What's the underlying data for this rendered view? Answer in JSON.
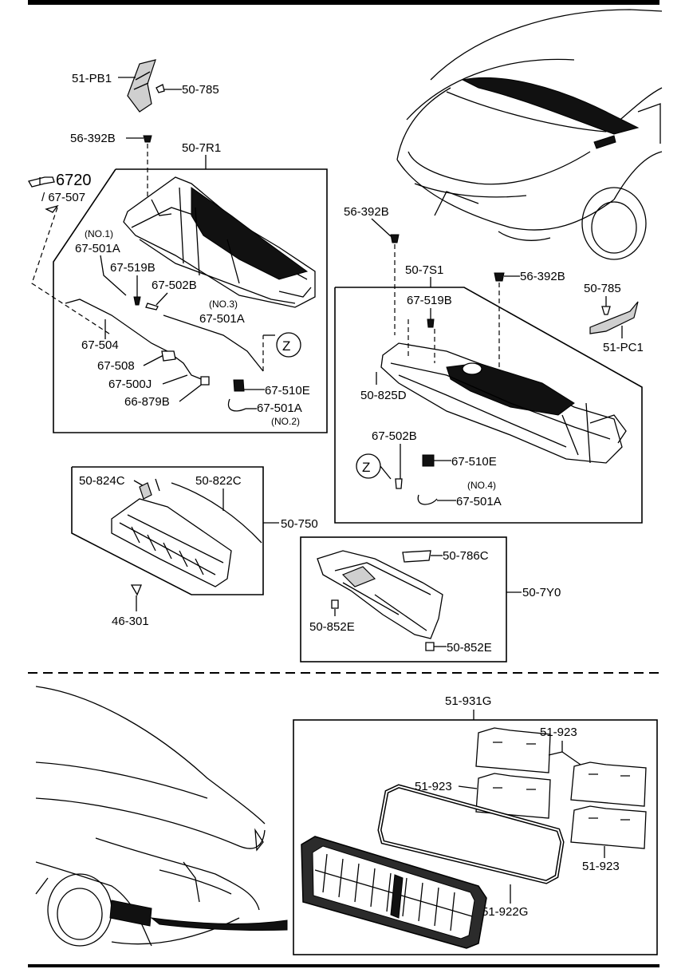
{
  "labels": {
    "pb1": "51-PB1",
    "c785a": "50-785",
    "b392a": "56-392B",
    "r1": "50-7R1",
    "ref6720": "6720",
    "ref67507": "/ 67-507",
    "no1": "(NO.1)",
    "a501_1": "67-501A",
    "b519a": "67-519B",
    "b502a": "67-502B",
    "no3": "(NO.3)",
    "a501_3": "67-501A",
    "z1": "Z",
    "p504": "67-504",
    "p508": "67-508",
    "j500": "67-500J",
    "b879": "66-879B",
    "e510a": "67-510E",
    "a501_2": "67-501A",
    "no2": "(NO.2)",
    "b392b": "56-392B",
    "b392c": "56-392B",
    "s1": "50-7S1",
    "b519b": "67-519B",
    "c785b": "50-785",
    "pc1": "51-PC1",
    "d825": "50-825D",
    "b502b": "67-502B",
    "e510b": "67-510E",
    "z2": "Z",
    "no4": "(NO.4)",
    "a501_4": "67-501A",
    "c824": "50-824C",
    "c822": "50-822C",
    "p750": "50-750",
    "p301": "46-301",
    "c786": "50-786C",
    "y0": "50-7Y0",
    "e852a": "50-852E",
    "e852b": "50-852E",
    "g931": "51-931G",
    "n923a": "51-923",
    "n923b": "51-923",
    "n923c": "51-923",
    "g922": "51-922G"
  },
  "icons": [
    "pointing-hand-icon",
    "car-front-view-illustration",
    "car-rear-view-illustration"
  ]
}
